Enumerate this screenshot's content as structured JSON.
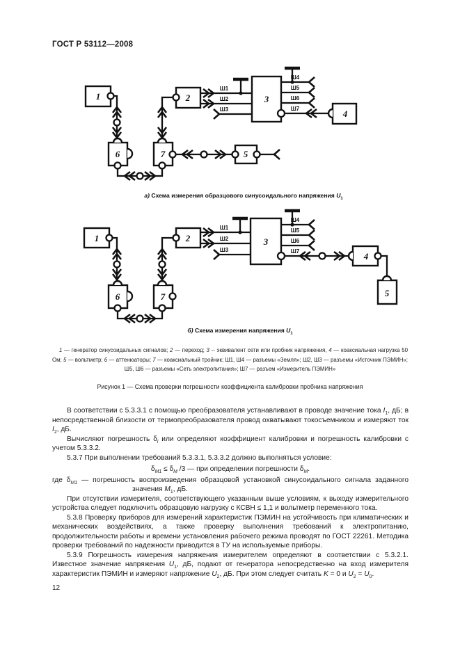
{
  "page": {
    "header": "ГОСТ Р 53112—2008",
    "number": "12"
  },
  "figure": {
    "blocks": {
      "b1": "1",
      "b2": "2",
      "b3": "3",
      "b4": "4",
      "b5": "5",
      "b6": "6",
      "b7": "7"
    },
    "connectors": {
      "sh1": "Ш1",
      "sh2": "Ш2",
      "sh3": "Ш3",
      "sh4": "Ш4",
      "sh5": "Ш5",
      "sh6": "Ш6",
      "sh7": "Ш7"
    },
    "caption_a_runs": [
      {
        "t": "а) ",
        "i": true
      },
      {
        "t": "Схема измерения образцового синусоидального напряжения "
      },
      {
        "t": "U",
        "i": true
      },
      {
        "t": "1",
        "sub": true
      }
    ],
    "caption_b_runs": [
      {
        "t": "б) ",
        "i": true
      },
      {
        "t": "Схема измерения напряжения "
      },
      {
        "t": "U",
        "i": true
      },
      {
        "t": "1",
        "sub": true
      }
    ],
    "legend_runs": [
      {
        "t": "1",
        "i": true
      },
      {
        "t": " — генератор синусоидальных сигналов; "
      },
      {
        "t": "2",
        "i": true
      },
      {
        "t": " — переход; "
      },
      {
        "t": "3",
        "i": true
      },
      {
        "t": " -- эквивалент сети или пробник напряжения, "
      },
      {
        "t": "4",
        "i": true
      },
      {
        "t": " — коаксиальная нагрузка 50 Ом; "
      },
      {
        "t": "5",
        "i": true
      },
      {
        "t": " — вольтметр; "
      },
      {
        "t": "6",
        "i": true
      },
      {
        "t": " — аттенюаторы; "
      },
      {
        "t": "7",
        "i": true
      },
      {
        "t": " — коаксиальный тройник; Ш1, Ш4 — разъемы «Земля»; Ш2, Ш3 — разъемы «Источник ПЭМИН»; Ш5, Ш6 — разъемы «Сеть электропитания»; Ш7 — разъем «Измеритель ПЭМИН»"
      }
    ],
    "title": "Рисунок 1 — Схема проверки погрешности коэффициента калибровки пробника напряжения"
  },
  "content": {
    "p1_runs": [
      {
        "t": "В соответствии с 5.3.3.1 с помощью преобразователя устанавливают в проводе значение тока "
      },
      {
        "t": "I",
        "i": true
      },
      {
        "t": "1",
        "sub": true
      },
      {
        "t": ", дБ; в непосредственной близости от термопреобразователя провод охватывают токосъемником и измеряют ток "
      },
      {
        "t": "I",
        "i": true
      },
      {
        "t": "2",
        "sub": true
      },
      {
        "t": ", дБ."
      }
    ],
    "p2_runs": [
      {
        "t": "Вычисляют погрешность δ"
      },
      {
        "t": "i",
        "i": true,
        "sub": true
      },
      {
        "t": " или определяют коэффициент калибровки и погрешность калибровки с учетом 5.3.3.2."
      }
    ],
    "p3": "5.3.7 При выполнении требований 5.3.3.1, 5.3.3.2 должно выполняться условие:",
    "formula_runs": [
      {
        "t": "δ"
      },
      {
        "t": "М1",
        "i": true,
        "sub": true
      },
      {
        "t": " ≤ δ"
      },
      {
        "t": "М",
        "i": true,
        "sub": true
      },
      {
        "t": " /3 — при определении погрешности δ"
      },
      {
        "t": "М",
        "i": true,
        "sub": true
      },
      {
        "t": "."
      }
    ],
    "p4_runs": [
      {
        "t": "где δ"
      },
      {
        "t": "М1",
        "i": true,
        "sub": true
      },
      {
        "t": " — погрешность воспроизведения образцовой установкой синусоидального сигнала заданного значения "
      },
      {
        "t": "M",
        "i": true
      },
      {
        "t": "1",
        "sub": true
      },
      {
        "t": ", дБ."
      }
    ],
    "p5": "При отсутствии измерителя, соответствующего указанным выше условиям, к выходу измерительного устройства следует подключить образцовую нагрузку с КСВН ≤ 1,1 и вольтметр переменного тока.",
    "p6": "5.3.8 Проверку приборов для измерений характеристик ПЭМИН на устойчивость при климатических и механических воздействиях, а также проверку выполнения требований к электропитанию, продолжительности работы и времени установления рабочего режима проводят по ГОСТ 22261. Методика проверки требований по надежности приводится в ТУ на используемые приборы.",
    "p7_runs": [
      {
        "t": "5.3.9 Погрешность измерения напряжения измерителем определяют в соответствии с 5.3.2.1. Известное значение напряжения "
      },
      {
        "t": "U",
        "i": true
      },
      {
        "t": "1",
        "sub": true
      },
      {
        "t": ", дБ, подают от генератора непосредственно на вход измерителя характеристик ПЭМИН и измеряют напряжение "
      },
      {
        "t": "U",
        "i": true
      },
      {
        "t": "2",
        "sub": true
      },
      {
        "t": ", дБ. При этом следует считать "
      },
      {
        "t": "K",
        "i": true
      },
      {
        "t": " = 0 и "
      },
      {
        "t": "U",
        "i": true
      },
      {
        "t": "2",
        "sub": true
      },
      {
        "t": " = "
      },
      {
        "t": "U",
        "i": true
      },
      {
        "t": "0",
        "sub": true
      },
      {
        "t": "."
      }
    ]
  }
}
